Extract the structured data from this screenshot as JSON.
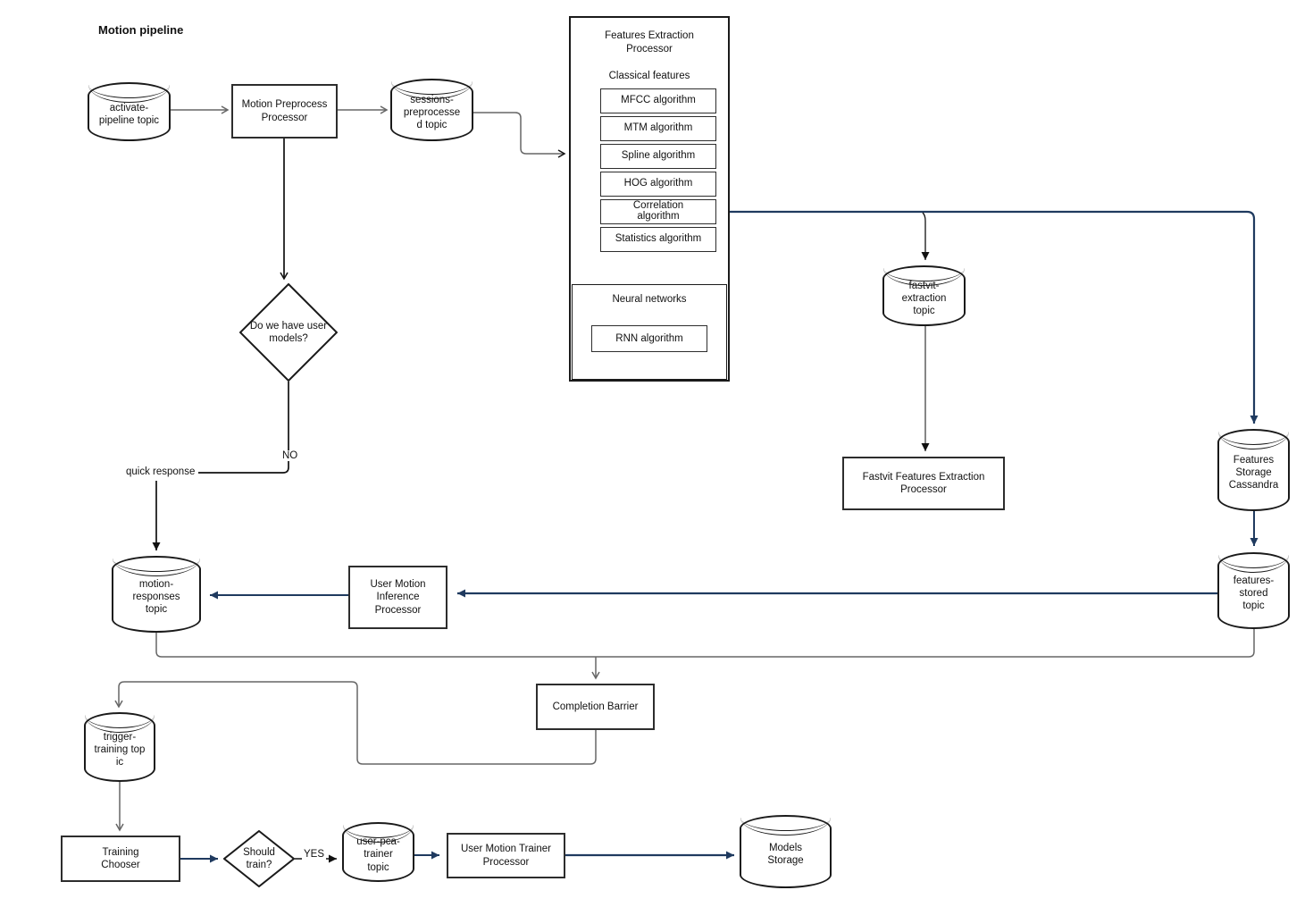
{
  "title": "Motion pipeline",
  "colors": {
    "navy": "#1f3a5f",
    "gray": "#666666",
    "black": "#111111",
    "node_border": "#1a1a1a"
  },
  "nodes": {
    "activate_topic": {
      "label": "activate-\npipeline topic"
    },
    "motion_preprocess": {
      "label": "Motion Preprocess\nProcessor"
    },
    "sessions_topic": {
      "label": "sessions-\npreprocesse\nd topic"
    },
    "fep": {
      "title": "Features Extraction\nProcessor",
      "classical_label": "Classical features",
      "algorithms": [
        "MFCC algorithm",
        "MTM algorithm",
        "Spline algorithm",
        "HOG algorithm",
        "Correlation\nalgorithm",
        "Statistics algorithm"
      ],
      "neural_label": "Neural networks",
      "rnn_label": "RNN algorithm"
    },
    "user_models_decision": {
      "label": "Do we have user\nmodels?"
    },
    "fastvit_topic": {
      "label": "fastvit-\nextraction\ntopic"
    },
    "fastvit_processor": {
      "label": "Fastvit Features Extraction\nProcessor"
    },
    "features_storage": {
      "label": "Features\nStorage\nCassandra"
    },
    "features_stored_topic": {
      "label": "features-\nstored\ntopic"
    },
    "user_motion_inference": {
      "label": "User Motion\nInference\nProcessor"
    },
    "motion_responses_topic": {
      "label": "motion-\nresponses\ntopic"
    },
    "completion_barrier": {
      "label": "Completion Barrier"
    },
    "trigger_training_topic": {
      "label": "trigger-\ntraining top\nic"
    },
    "training_chooser": {
      "label": "Training\nChooser"
    },
    "should_train_decision": {
      "label": "Should\ntrain?"
    },
    "user_pca_trainer_topic": {
      "label": "user-pca-\ntrainer\ntopic"
    },
    "user_motion_trainer": {
      "label": "User Motion Trainer\nProcessor"
    },
    "models_storage": {
      "label": "Models\nStorage"
    }
  },
  "edge_labels": {
    "no": "NO",
    "yes": "YES",
    "quick_response": "quick response"
  }
}
